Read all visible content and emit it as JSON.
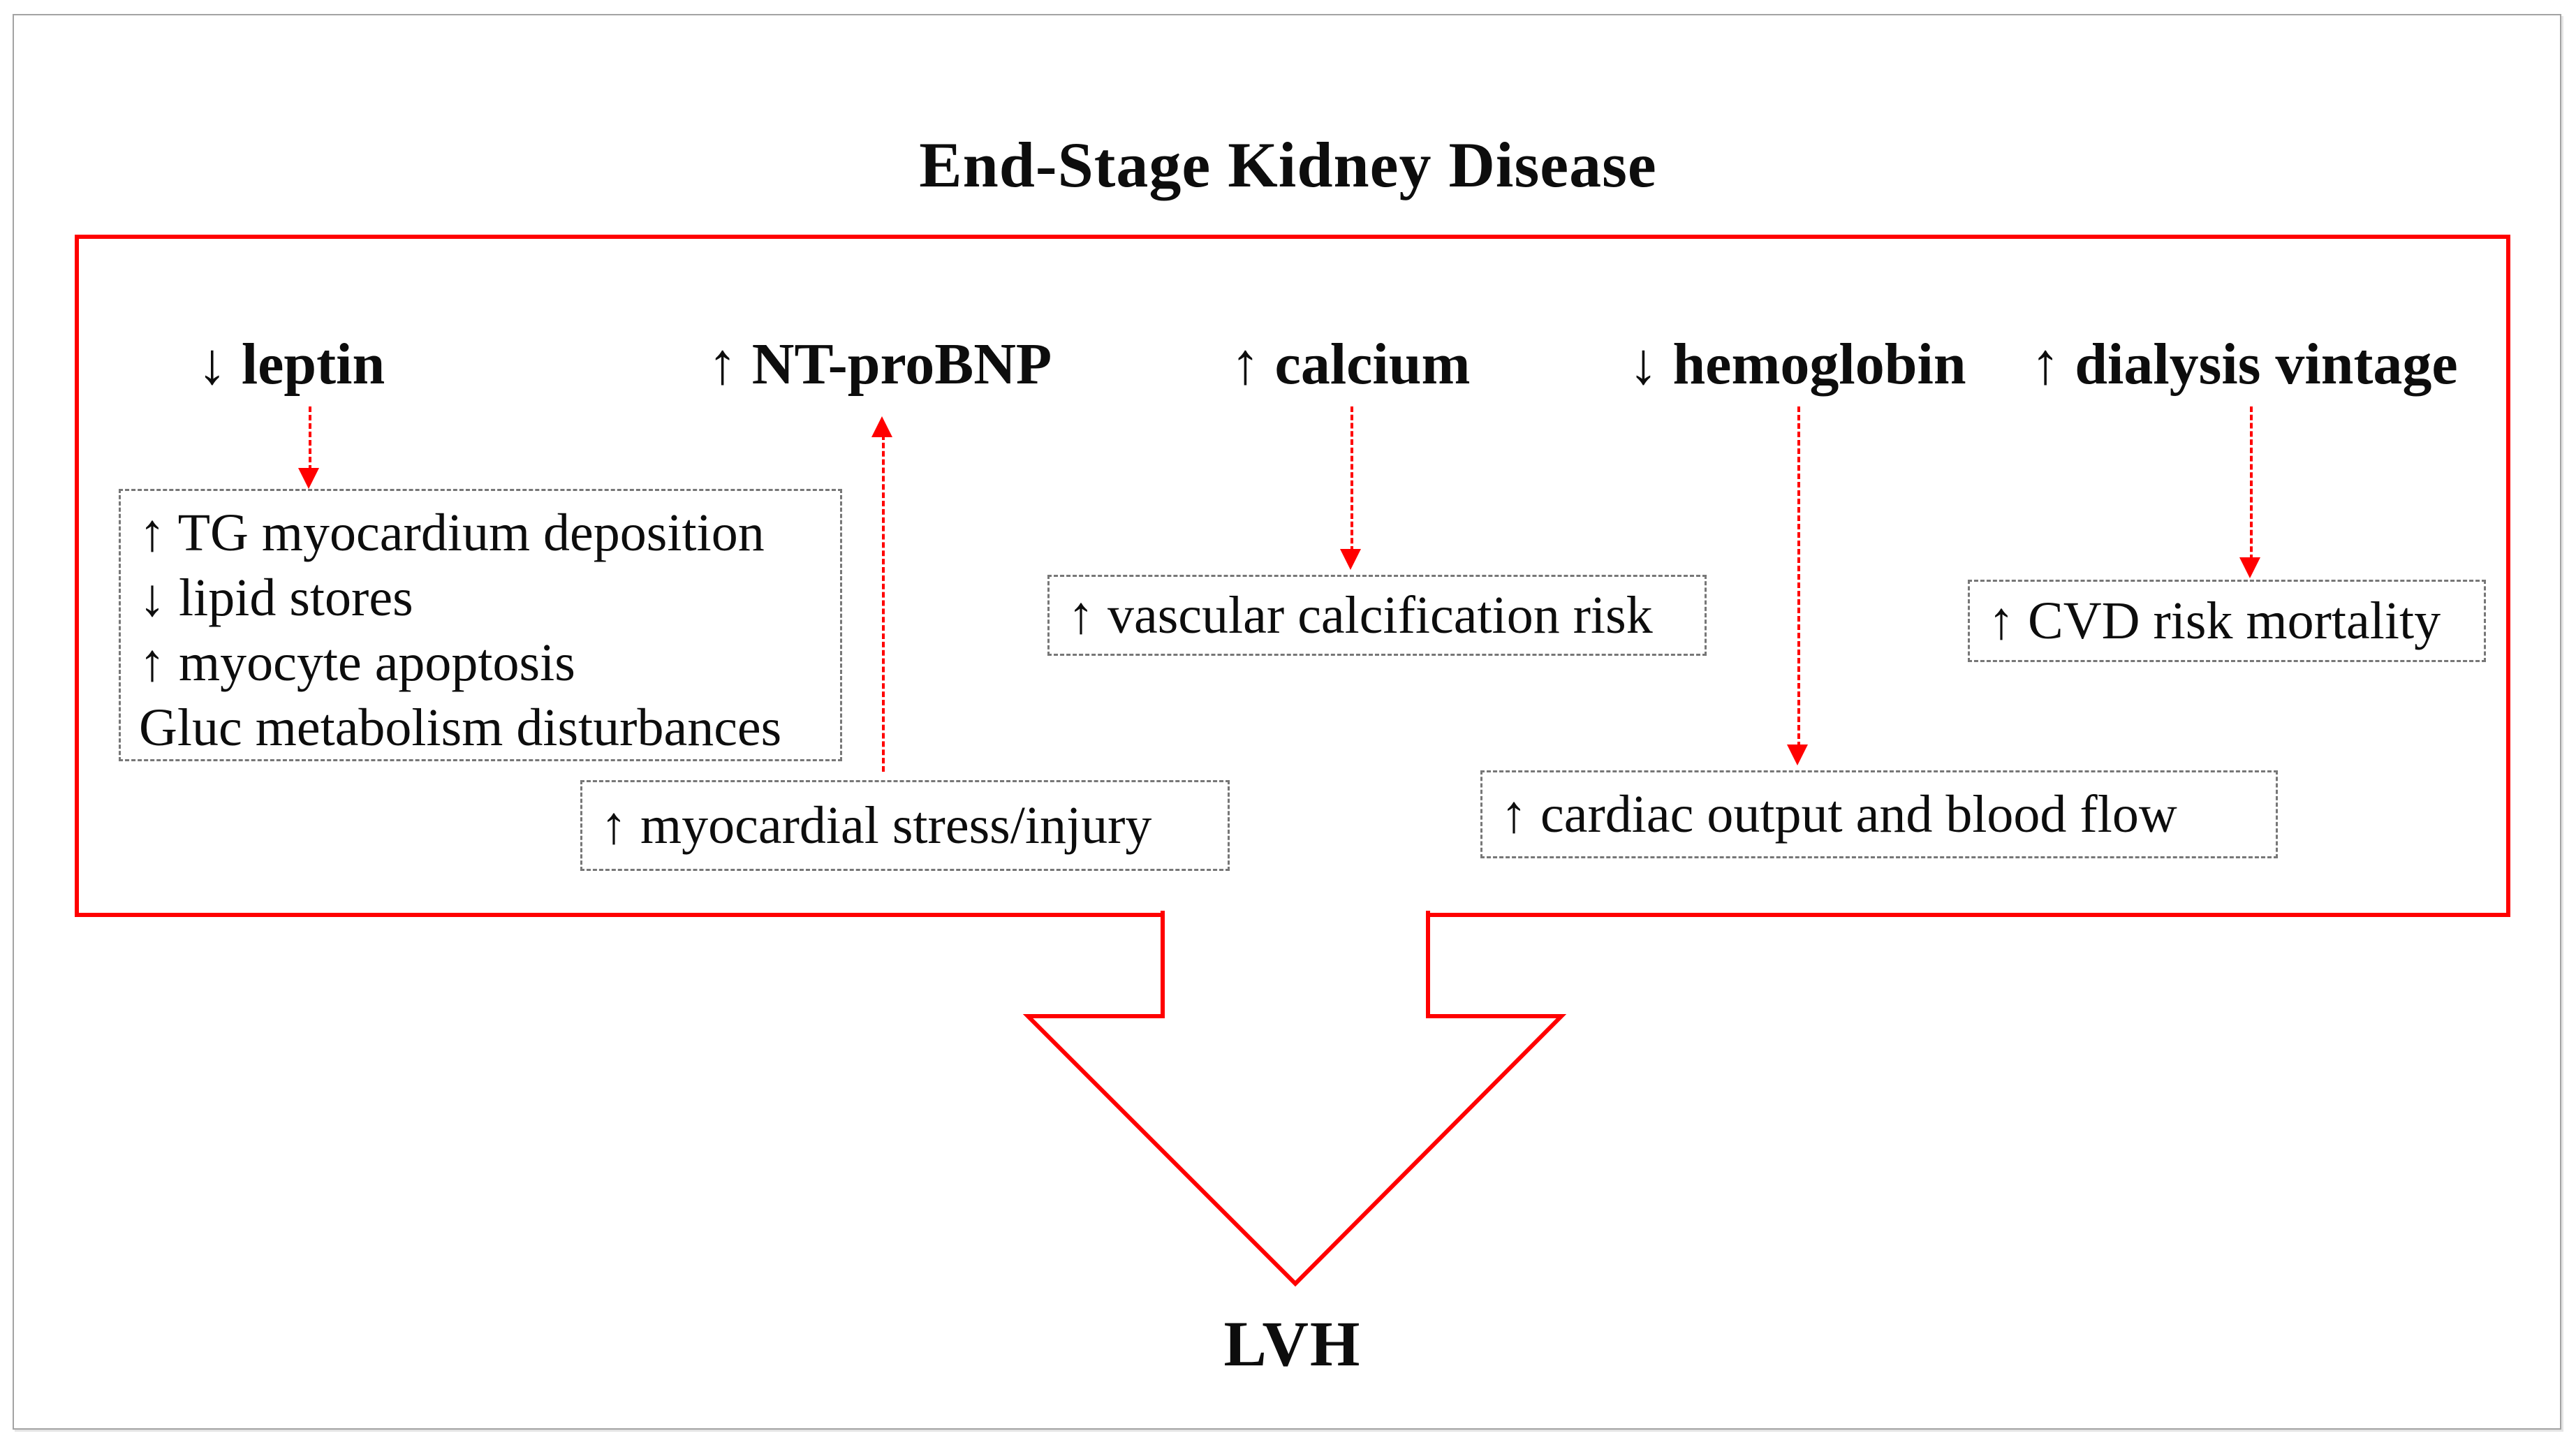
{
  "title": "End-Stage Kidney Disease",
  "outcome": "LVH",
  "colors": {
    "accent_red": "#FF0000",
    "dashed_box_border": "#777777",
    "text": "#0D0D0D",
    "frame_border": "#A3A3A3"
  },
  "factors": [
    {
      "id": "leptin",
      "label": "↓ leptin"
    },
    {
      "id": "nt_probnp",
      "label": "↑ NT-proBNP"
    },
    {
      "id": "calcium",
      "label": "↑ calcium"
    },
    {
      "id": "hemoglobin",
      "label": "↓ hemoglobin"
    },
    {
      "id": "dialysis_vintage",
      "label": "↑ dialysis vintage"
    }
  ],
  "effects": {
    "leptin_effects_lines": [
      "↑ TG myocardium deposition",
      "↓ lipid stores",
      "↑ myocyte apoptosis",
      "Gluc metabolism disturbances"
    ],
    "myocardial_stress": "↑ myocardial stress/injury",
    "vascular_calcification": "↑ vascular calcification risk",
    "cardiac_output": "↑ cardiac output and blood flow",
    "cvd_risk": "↑ CVD risk mortality"
  }
}
